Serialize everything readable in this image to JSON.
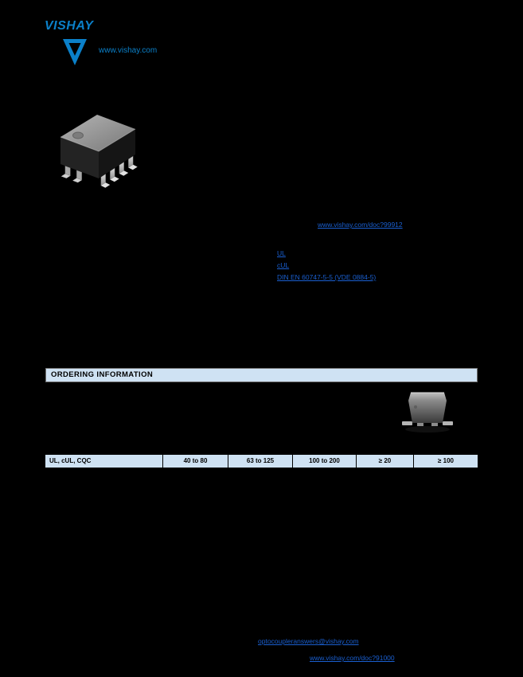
{
  "colors": {
    "background": "#000000",
    "logo_blue": "#0b80c9",
    "link_blue": "#1a5fd0",
    "table_fill": "#cfe2f3"
  },
  "header": {
    "logo_word": "VISHAY",
    "website": "www.vishay.com"
  },
  "links": {
    "material_doc": "www.vishay.com/doc?99912",
    "approval_1": "UL",
    "approval_2": "cUL",
    "approval_3": "DIN EN 60747-5-5 (VDE 0884-5)"
  },
  "ordering": {
    "title": "ORDERING INFORMATION"
  },
  "table": {
    "row": [
      "UL, cUL, CQC",
      "40 to 80",
      "63 to 125",
      "100 to 200",
      "≥ 20",
      "≥ 100"
    ]
  },
  "footer": {
    "contact": "optocoupleranswers@vishay.com",
    "disclaimer_doc": "www.vishay.com/doc?91000"
  }
}
